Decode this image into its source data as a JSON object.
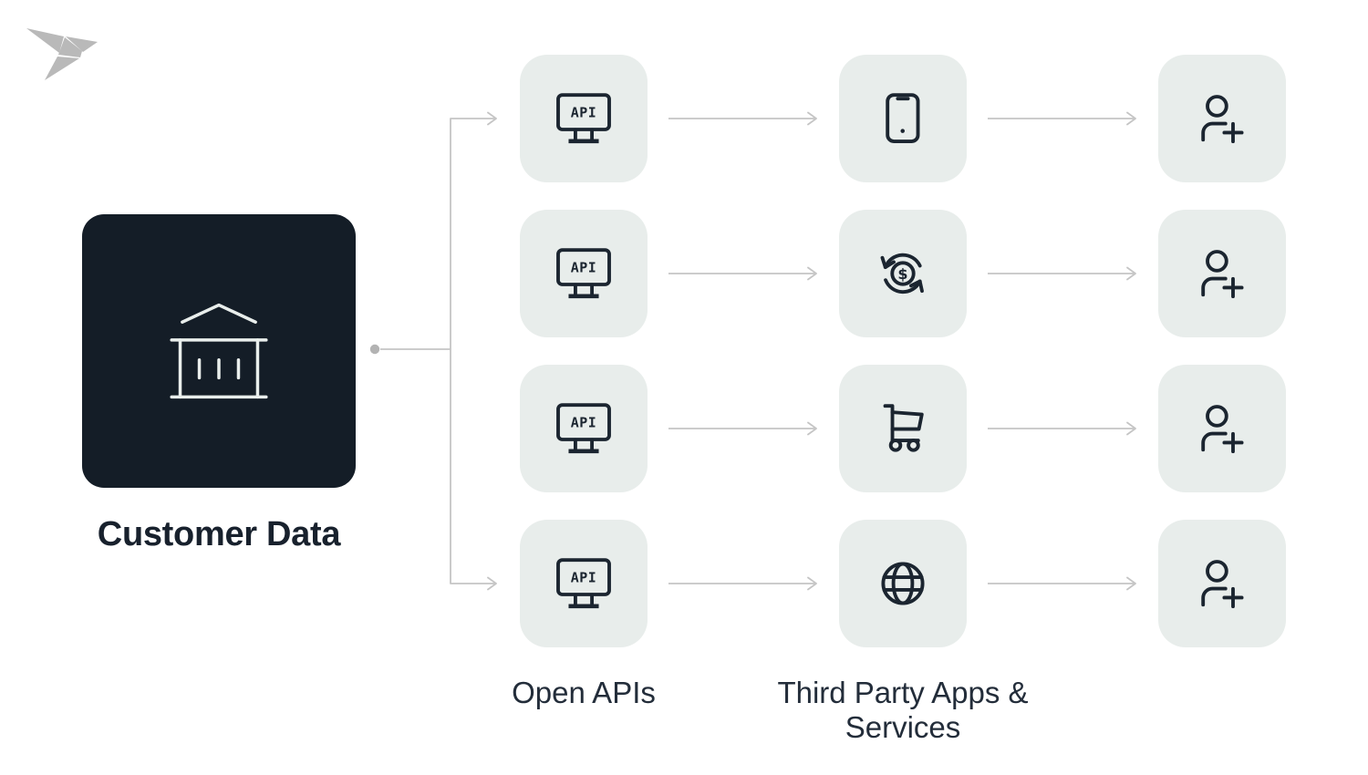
{
  "brand": {
    "icon": "origami-bird-logo",
    "logo_color": "#b9b9b9"
  },
  "source": {
    "label": "Customer Data",
    "icon": "bank-icon",
    "box_color": "#141d27",
    "icon_color": "#e9eeec"
  },
  "columns": [
    {
      "id": "open-apis",
      "label": "Open APIs",
      "nodes": [
        {
          "icon": "api-monitor-icon"
        },
        {
          "icon": "api-monitor-icon"
        },
        {
          "icon": "api-monitor-icon"
        },
        {
          "icon": "api-monitor-icon"
        }
      ]
    },
    {
      "id": "third-party-apps-services",
      "label": "Third Party Apps & Services",
      "label_lines": [
        "Third Party Apps &",
        "Services"
      ],
      "nodes": [
        {
          "icon": "smartphone-icon"
        },
        {
          "icon": "currency-exchange-icon"
        },
        {
          "icon": "shopping-cart-icon"
        },
        {
          "icon": "globe-icon"
        }
      ]
    },
    {
      "id": "end-users",
      "nodes": [
        {
          "icon": "user-plus-icon"
        },
        {
          "icon": "user-plus-icon"
        },
        {
          "icon": "user-plus-icon"
        },
        {
          "icon": "user-plus-icon"
        }
      ]
    }
  ],
  "labels": {
    "api": "API",
    "dollar": "$"
  },
  "style": {
    "node_background": "#e8edeb",
    "icon_stroke": "#1b2530",
    "connector_color": "#c5c5c5",
    "dot_color": "#b3b3b3",
    "text_color": "#232d3a"
  }
}
